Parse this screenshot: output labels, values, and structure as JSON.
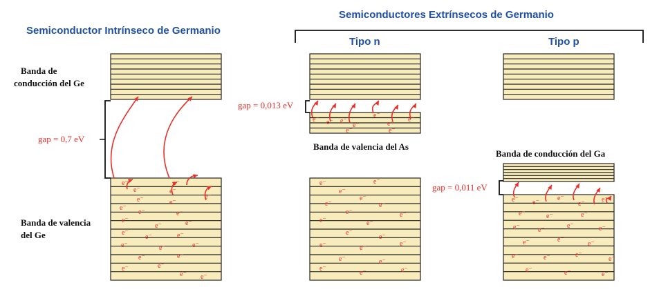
{
  "titles": {
    "intrinsic": "Semiconductor Intrínseco de Germanio",
    "extrinsic": "Semiconductores Extrínsecos de Germanio",
    "type_n": "Tipo n",
    "type_p": "Tipo p"
  },
  "labels": {
    "ge_conduction_1": "Banda de",
    "ge_conduction_2": "conducción del Ge",
    "ge_valence_1": "Banda de valencia",
    "ge_valence_2": "del Ge",
    "as_valence": "Banda de valencia del As",
    "ga_conduction": "Banda de conducción del Ga"
  },
  "gaps": {
    "intrinsic": "gap = 0,7 eV",
    "type_n": "gap = 0,013 eV",
    "type_p": "gap = 0,011 eV"
  },
  "electron_symbol": "e⁻",
  "colors": {
    "title_blue": "#1f4fa8",
    "band_fill": "#f9ecbc",
    "electron_red": "#e8302a",
    "line": "#222222"
  }
}
